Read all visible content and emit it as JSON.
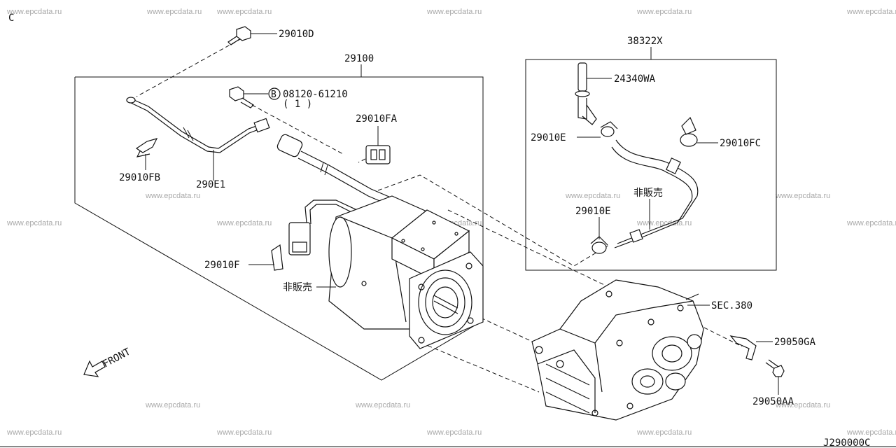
{
  "diagram": {
    "corner_label": "C",
    "diagram_code": "J290000C",
    "watermark_text": "www.epcdata.ru",
    "labels": {
      "p29010D": "29010D",
      "p29100": "29100",
      "b_circle": "B",
      "p08120": "08120-61210",
      "qty_1": "( 1 )",
      "p29010FA": "29010FA",
      "p29010FB": "29010FB",
      "p290E1": "290E1",
      "p29010F": "29010F",
      "not_for_sale_1": "非販売",
      "p38322X": "38322X",
      "p24340WA": "24340WA",
      "p29010E_top": "29010E",
      "p29010FC": "29010FC",
      "not_for_sale_2": "非販売",
      "p29010E_bottom": "29010E",
      "sec380": "SEC.380",
      "p29050GA": "29050GA",
      "p29050AA": "29050AA",
      "front": "FRONT"
    }
  }
}
